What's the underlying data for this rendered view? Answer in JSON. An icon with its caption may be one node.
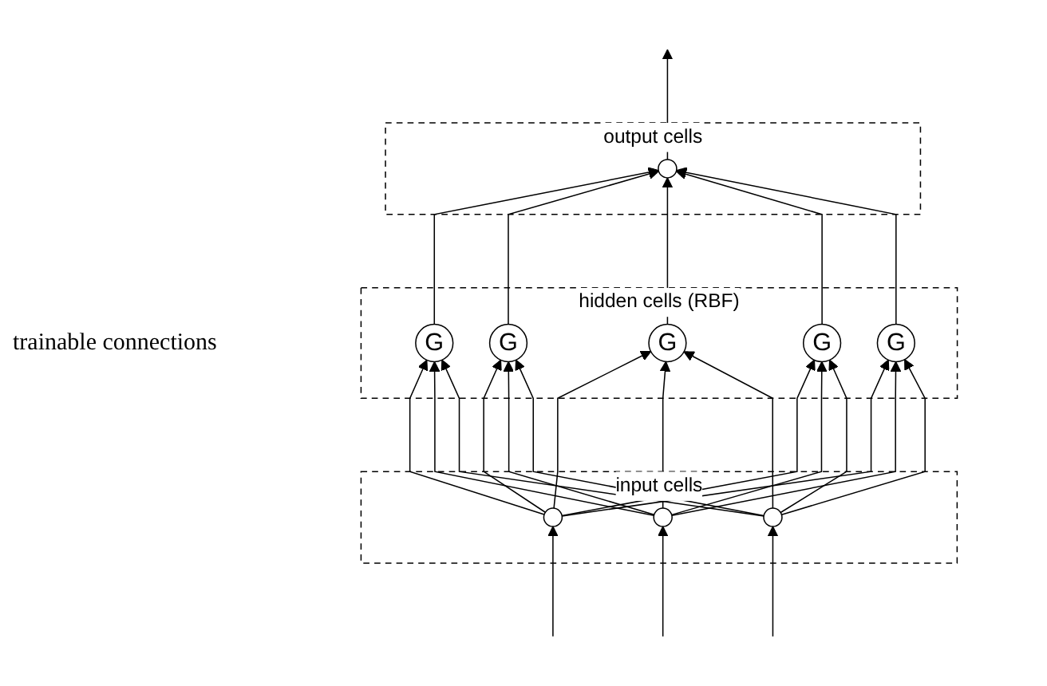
{
  "diagram": {
    "nodes": [
      {
        "text": [
          "output cells"
        ]
      },
      {
        "text": [],
        "shape": "circle",
        "in": 0
      },
      {
        "text": [
          "hidden cells (RBF)"
        ]
      },
      {
        "text": [
          "G"
        ],
        "in": 2
      },
      {
        "text": [
          "G"
        ],
        "in": 2
      },
      {
        "text": [
          "G"
        ],
        "in": 2
      },
      {
        "text": [
          "G"
        ],
        "in": 2
      },
      {
        "text": [
          "G"
        ],
        "in": 2
      },
      {
        "text": [
          "input cells"
        ]
      },
      {
        "text": [],
        "shape": "circle",
        "in": 8
      },
      {
        "text": [],
        "shape": "circle",
        "in": 8
      },
      {
        "text": [],
        "shape": "circle",
        "in": 8
      }
    ],
    "edges": [
      {
        "from": null,
        "to": 9,
        "arrow": "to"
      },
      {
        "from": null,
        "to": 10,
        "arrow": "to"
      },
      {
        "from": null,
        "to": 11,
        "arrow": "to"
      },
      {
        "from": 9,
        "to": 3,
        "arrow": "to"
      },
      {
        "from": 9,
        "to": 4,
        "arrow": "to"
      },
      {
        "from": 9,
        "to": 5,
        "arrow": "to"
      },
      {
        "from": 9,
        "to": 6,
        "arrow": "to"
      },
      {
        "from": 9,
        "to": 7,
        "arrow": "to"
      },
      {
        "from": 10,
        "to": 3,
        "arrow": "to"
      },
      {
        "from": 10,
        "to": 4,
        "arrow": "to"
      },
      {
        "from": 10,
        "to": 5,
        "arrow": "to"
      },
      {
        "from": 10,
        "to": 6,
        "arrow": "to"
      },
      {
        "from": 10,
        "to": 7,
        "arrow": "to"
      },
      {
        "from": 11,
        "to": 3,
        "arrow": "to"
      },
      {
        "from": 11,
        "to": 4,
        "arrow": "to"
      },
      {
        "from": 11,
        "to": 5,
        "arrow": "to"
      },
      {
        "from": 11,
        "to": 6,
        "arrow": "to"
      },
      {
        "from": 11,
        "to": 7,
        "arrow": "to"
      },
      {
        "from": 3,
        "to": 1,
        "arrow": "to"
      },
      {
        "from": 4,
        "to": 1,
        "arrow": "to"
      },
      {
        "from": 5,
        "to": 1,
        "arrow": "to"
      },
      {
        "from": 6,
        "to": 1,
        "arrow": "to"
      },
      {
        "from": 7,
        "to": 1,
        "arrow": "to"
      },
      {
        "from": 1,
        "to": null,
        "arrow": "to"
      }
    ],
    "labels": [
      "trainable connections"
    ]
  }
}
